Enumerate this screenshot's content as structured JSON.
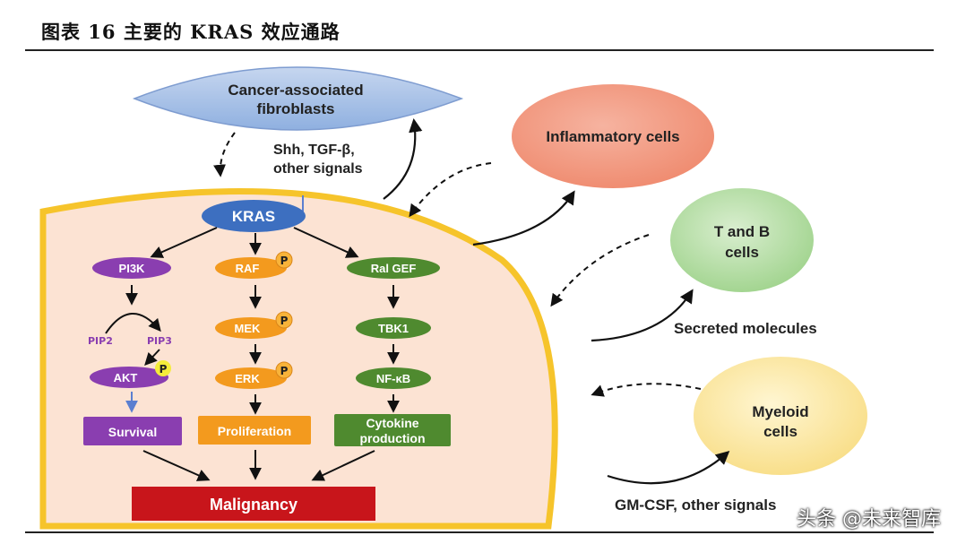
{
  "header": {
    "title": "图表 16 主要的 KRAS 效应通路"
  },
  "diagram": {
    "fibroblast": {
      "line1": "Cancer-associated",
      "line2": "fibroblasts"
    },
    "signals_top": {
      "line1": "Shh, TGF-β,",
      "line2": "other signals"
    },
    "kras": "KRAS",
    "pathways": {
      "pi3k": {
        "node": "PI3K",
        "pip2": "PIP2",
        "pip3": "PIP3",
        "akt": "AKT",
        "outcome": "Survival"
      },
      "raf": {
        "node": "RAF",
        "mek": "MEK",
        "erk": "ERK",
        "outcome": "Proliferation"
      },
      "ral": {
        "node": "Ral GEF",
        "tbk1": "TBK1",
        "nfkb": "NF-κB",
        "outcome_line1": "Cytokine",
        "outcome_line2": "production"
      }
    },
    "phospho": "P",
    "malignancy": "Malignancy",
    "cells": {
      "inflammatory": "Inflammatory cells",
      "tb_line1": "T and B",
      "tb_line2": "cells",
      "myeloid_line1": "Myeloid",
      "myeloid_line2": "cells"
    },
    "secreted": "Secreted molecules",
    "signals_bottom": "GM-CSF, other signals"
  },
  "watermark": "头条 @未来智库",
  "colors": {
    "purple": "#8a3eb0",
    "orange": "#f39a1e",
    "green": "#4f8a2f",
    "kras": "#3d6fc0",
    "malignancy": "#c8151b",
    "cell_fill": "#fce3d3",
    "cell_border": "#f6c42b",
    "inflammatory": "#f2937a",
    "tb": "#a6d794",
    "myeloid": "#fbe392",
    "fibroblast": "#a9c2e6",
    "phospho_orange": "#f8b33a",
    "phospho_yellow": "#f4ec3b"
  }
}
